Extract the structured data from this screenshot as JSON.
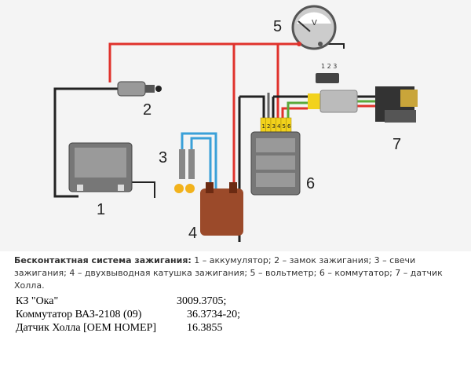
{
  "diagram": {
    "labels": {
      "battery": "1",
      "switch": "2",
      "plugs": "3",
      "coil": "4",
      "voltmeter": "5",
      "commutator": "6",
      "hall": "7"
    },
    "voltmeter_unit": "V",
    "connector_pins": "1 2 3",
    "commutator_pins": [
      "1",
      "2",
      "3",
      "4",
      "5",
      "6"
    ]
  },
  "caption": {
    "title": "Бесконтактная система зажигания:",
    "text": "1 – аккумулятор; 2 – замок зажигания; 3 – свечи зажигания; 4 – двухвыводная катушка зажигания; 5 – вольтметр; 6 – коммутатор; 7 – датчик Холла."
  },
  "specs": [
    {
      "name": "КЗ \"Ока\"",
      "value": "3009.3705;"
    },
    {
      "name": "Коммутатор ВАЗ-2108 (09)",
      "value": "36.3734-20;"
    },
    {
      "name": "Датчик Холла [OEM НОМЕР]",
      "value": "16.3855"
    }
  ],
  "colors": {
    "wire_red": "#e0322c",
    "wire_blue": "#3aa0d8",
    "wire_green": "#5aa83a",
    "wire_black": "#222222",
    "pin_yellow": "#f2d21c"
  }
}
